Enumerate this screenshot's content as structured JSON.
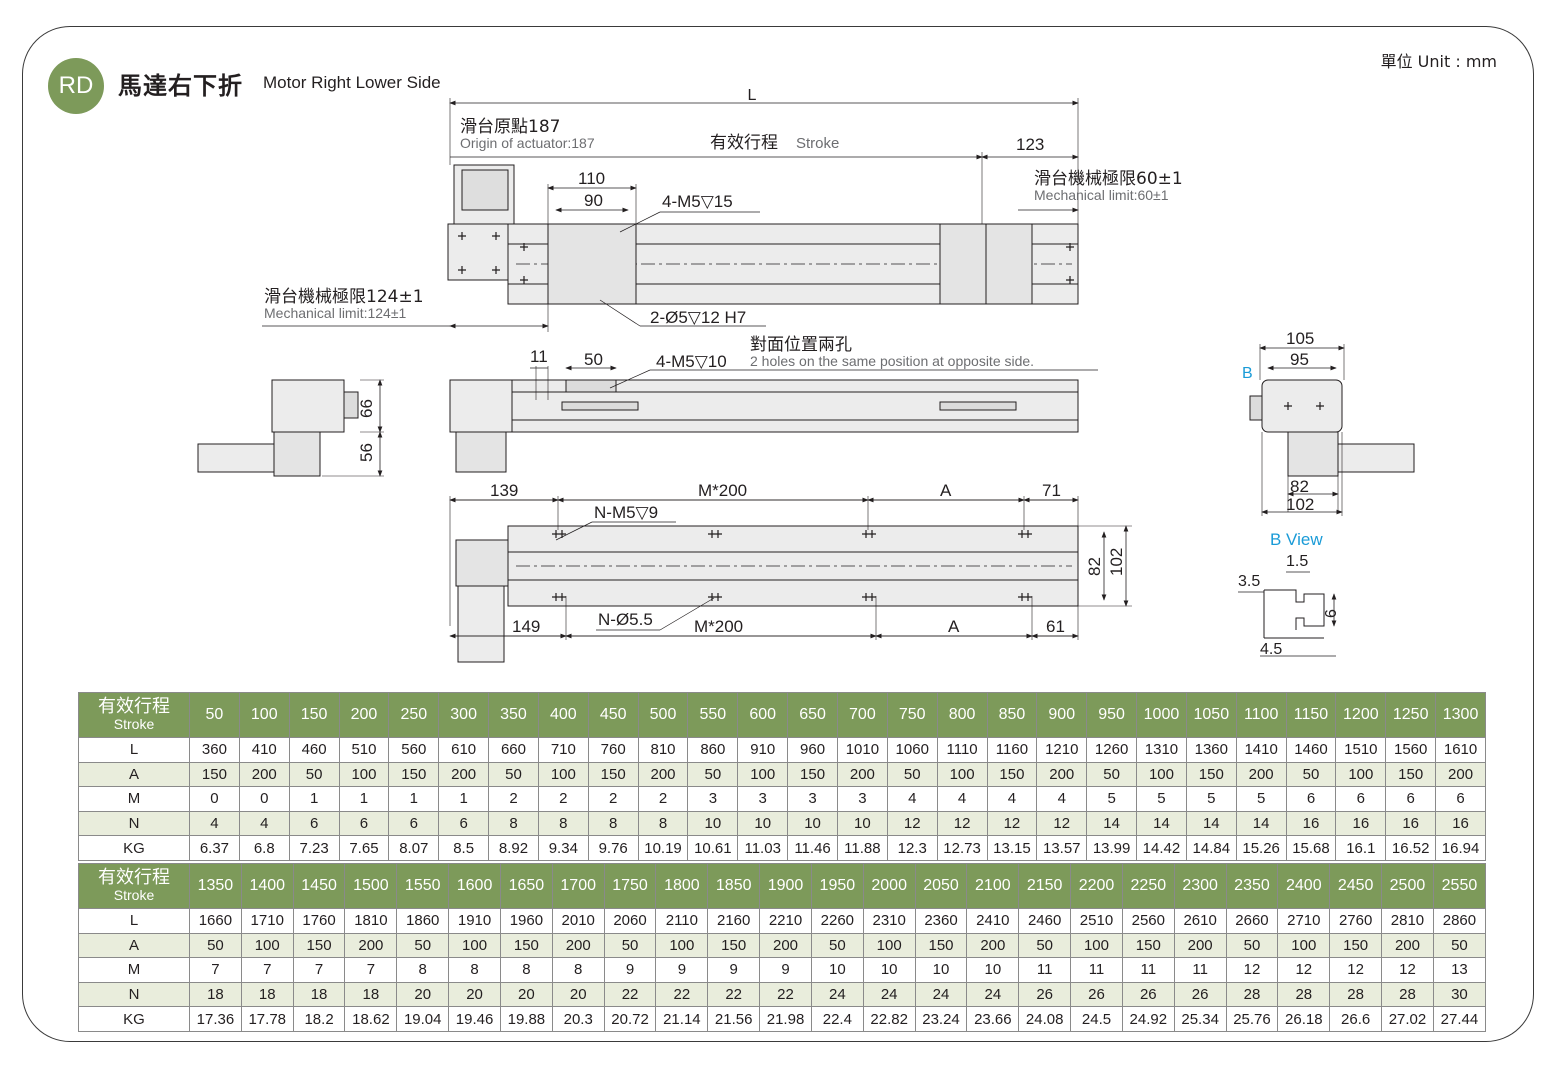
{
  "header": {
    "badge": "RD",
    "title_zh": "馬達右下折",
    "title_en": "Motor Right Lower Side",
    "unit": "單位 Unit : mm"
  },
  "drawing": {
    "top_view": {
      "L": "L",
      "origin_zh": "滑台原點187",
      "origin_en": "Origin of actuator:187",
      "stroke_zh": "有效行程",
      "stroke_en": "Stroke",
      "dim_123": "123",
      "mech_right_zh": "滑台機械極限60±1",
      "mech_right_en": "Mechanical limit:60±1",
      "dim_110": "110",
      "dim_90": "90",
      "screw": "4-M5▽15",
      "mech_left_zh": "滑台機械極限124±1",
      "mech_left_en": "Mechanical limit:124±1",
      "pin": "2-Ø5▽12 H7"
    },
    "side_view": {
      "opp_zh": "對面位置兩孔",
      "opp_en": "2 holes on the same position at opposite side.",
      "dim_11": "11",
      "dim_50": "50",
      "screw": "4-M5▽10"
    },
    "motor_view": {
      "dim_66": "66",
      "dim_56": "56"
    },
    "bottom_view": {
      "dim_139": "139",
      "m200_top": "M*200",
      "a_top": "A",
      "dim_71": "71",
      "nm5": "N-M5▽9",
      "dim_82": "82",
      "dim_102": "102",
      "dim_149": "149",
      "n55": "N-Ø5.5",
      "m200_bot": "M*200",
      "a_bot": "A",
      "dim_61": "61"
    },
    "end_view": {
      "dim_105": "105",
      "dim_95": "95",
      "b_label": "B",
      "dim_82": "82",
      "dim_102": "102"
    },
    "b_view": {
      "title": "B View",
      "dim_1_5": "1.5",
      "dim_3_5": "3.5",
      "dim_6": "6",
      "dim_4_5": "4.5"
    }
  },
  "colors": {
    "header_green": "#7d9a5a",
    "row_alt": "#e9eddc",
    "accent_blue": "#1a9bd7"
  },
  "table": {
    "header_zh": "有效行程",
    "header_en": "Stroke",
    "row_labels": [
      "L",
      "A",
      "M",
      "N",
      "KG"
    ],
    "part1": {
      "stroke": [
        "50",
        "100",
        "150",
        "200",
        "250",
        "300",
        "350",
        "400",
        "450",
        "500",
        "550",
        "600",
        "650",
        "700",
        "750",
        "800",
        "850",
        "900",
        "950",
        "1000",
        "1050",
        "1100",
        "1150",
        "1200",
        "1250",
        "1300"
      ],
      "L": [
        "360",
        "410",
        "460",
        "510",
        "560",
        "610",
        "660",
        "710",
        "760",
        "810",
        "860",
        "910",
        "960",
        "1010",
        "1060",
        "1110",
        "1160",
        "1210",
        "1260",
        "1310",
        "1360",
        "1410",
        "1460",
        "1510",
        "1560",
        "1610"
      ],
      "A": [
        "150",
        "200",
        "50",
        "100",
        "150",
        "200",
        "50",
        "100",
        "150",
        "200",
        "50",
        "100",
        "150",
        "200",
        "50",
        "100",
        "150",
        "200",
        "50",
        "100",
        "150",
        "200",
        "50",
        "100",
        "150",
        "200"
      ],
      "M": [
        "0",
        "0",
        "1",
        "1",
        "1",
        "1",
        "2",
        "2",
        "2",
        "2",
        "3",
        "3",
        "3",
        "3",
        "4",
        "4",
        "4",
        "4",
        "5",
        "5",
        "5",
        "5",
        "6",
        "6",
        "6",
        "6"
      ],
      "N": [
        "4",
        "4",
        "6",
        "6",
        "6",
        "6",
        "8",
        "8",
        "8",
        "8",
        "10",
        "10",
        "10",
        "10",
        "12",
        "12",
        "12",
        "12",
        "14",
        "14",
        "14",
        "14",
        "16",
        "16",
        "16",
        "16"
      ],
      "KG": [
        "6.37",
        "6.8",
        "7.23",
        "7.65",
        "8.07",
        "8.5",
        "8.92",
        "9.34",
        "9.76",
        "10.19",
        "10.61",
        "11.03",
        "11.46",
        "11.88",
        "12.3",
        "12.73",
        "13.15",
        "13.57",
        "13.99",
        "14.42",
        "14.84",
        "15.26",
        "15.68",
        "16.1",
        "16.52",
        "16.94"
      ]
    },
    "part2": {
      "stroke": [
        "1350",
        "1400",
        "1450",
        "1500",
        "1550",
        "1600",
        "1650",
        "1700",
        "1750",
        "1800",
        "1850",
        "1900",
        "1950",
        "2000",
        "2050",
        "2100",
        "2150",
        "2200",
        "2250",
        "2300",
        "2350",
        "2400",
        "2450",
        "2500",
        "2550"
      ],
      "L": [
        "1660",
        "1710",
        "1760",
        "1810",
        "1860",
        "1910",
        "1960",
        "2010",
        "2060",
        "2110",
        "2160",
        "2210",
        "2260",
        "2310",
        "2360",
        "2410",
        "2460",
        "2510",
        "2560",
        "2610",
        "2660",
        "2710",
        "2760",
        "2810",
        "2860"
      ],
      "A": [
        "50",
        "100",
        "150",
        "200",
        "50",
        "100",
        "150",
        "200",
        "50",
        "100",
        "150",
        "200",
        "50",
        "100",
        "150",
        "200",
        "50",
        "100",
        "150",
        "200",
        "50",
        "100",
        "150",
        "200",
        "50"
      ],
      "M": [
        "7",
        "7",
        "7",
        "7",
        "8",
        "8",
        "8",
        "8",
        "9",
        "9",
        "9",
        "9",
        "10",
        "10",
        "10",
        "10",
        "11",
        "11",
        "11",
        "11",
        "12",
        "12",
        "12",
        "12",
        "13"
      ],
      "N": [
        "18",
        "18",
        "18",
        "18",
        "20",
        "20",
        "20",
        "20",
        "22",
        "22",
        "22",
        "22",
        "24",
        "24",
        "24",
        "24",
        "26",
        "26",
        "26",
        "26",
        "28",
        "28",
        "28",
        "28",
        "30"
      ],
      "KG": [
        "17.36",
        "17.78",
        "18.2",
        "18.62",
        "19.04",
        "19.46",
        "19.88",
        "20.3",
        "20.72",
        "21.14",
        "21.56",
        "21.98",
        "22.4",
        "22.82",
        "23.24",
        "23.66",
        "24.08",
        "24.5",
        "24.92",
        "25.34",
        "25.76",
        "26.18",
        "26.6",
        "27.02",
        "27.44"
      ]
    }
  }
}
